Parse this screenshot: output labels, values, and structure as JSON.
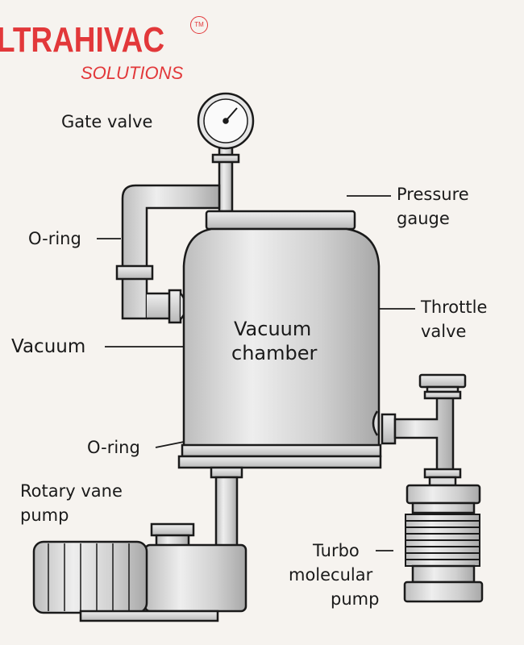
{
  "logo": {
    "name": "LTRAHIVAC",
    "subtitle": "SOLUTIONS",
    "trademark": "TM",
    "color": "#e2383a"
  },
  "labels": {
    "gate_valve": "Gate valve",
    "pressure_gauge": [
      "Pressure",
      "gauge"
    ],
    "o_ring_top": "O-ring",
    "throttle_valve": [
      "Throttle",
      "valve"
    ],
    "vacuum": "Vacuum",
    "vacuum_chamber": [
      "Vacuum",
      "chamber"
    ],
    "o_ring_bottom": "O-ring",
    "rotary_vane_pump": [
      "Rotary vane",
      "pump"
    ],
    "turbo_molecular_pump": [
      "Turbo",
      "molecular",
      "pump"
    ]
  }
}
